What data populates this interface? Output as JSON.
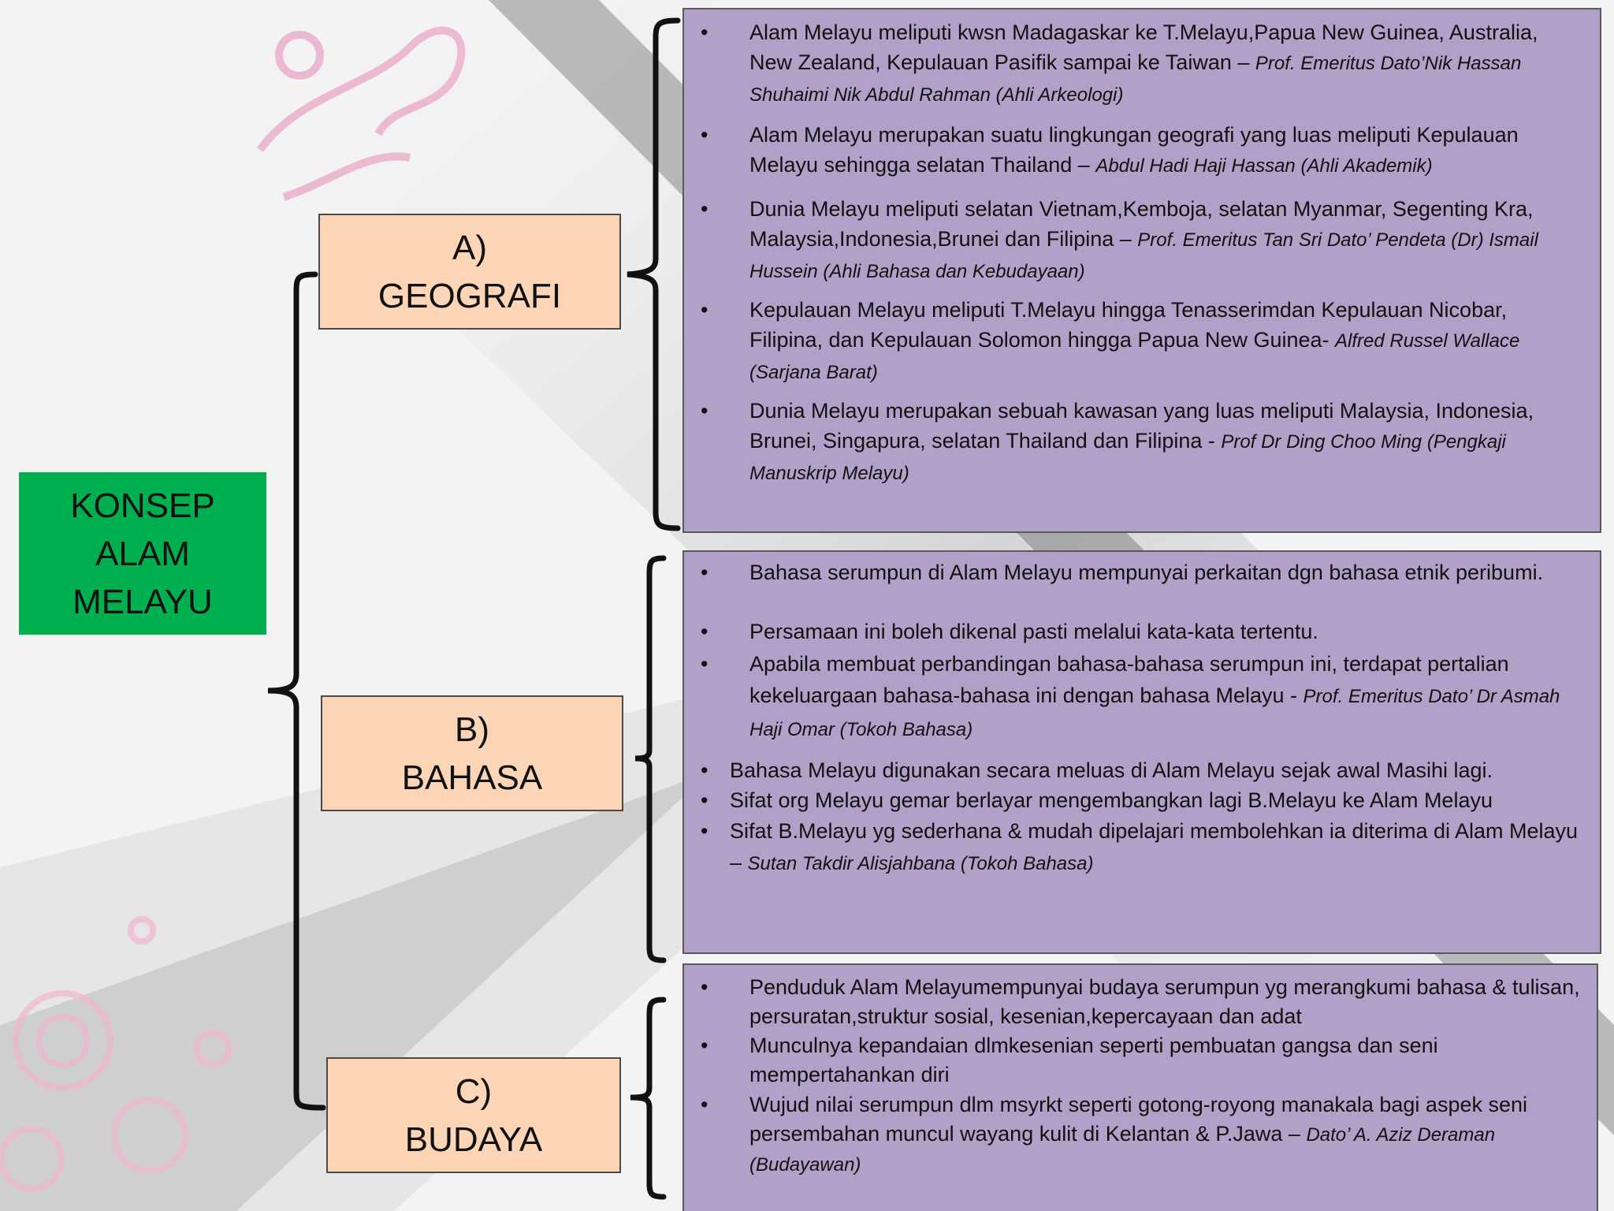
{
  "root": {
    "line1": "KONSEP",
    "line2": "ALAM",
    "line3": "MELAYU"
  },
  "categories": [
    {
      "letter": "A)",
      "name": "GEOGRAFI"
    },
    {
      "letter": "B)",
      "name": "BAHASA"
    },
    {
      "letter": "C)",
      "name": "BUDAYA"
    }
  ],
  "bullet": "•",
  "geografi": [
    {
      "text": "Alam Melayu  meliputi kwsn Madagaskar ke T.Melayu,Papua New Guinea, Australia, New Zealand, Kepulauan Pasifik sampai ke Taiwan – ",
      "cite": "Prof. Emeritus Dato’Nik Hassan Shuhaimi Nik Abdul Rahman  (Ahli Arkeologi)"
    },
    {
      "text": "Alam Melayu merupakan suatu lingkungan geografi yang luas meliputi Kepulauan Melayu  sehingga  selatan Thailand – ",
      "cite": "Abdul Hadi Haji Hassan (Ahli Akademik)"
    },
    {
      "text": "Dunia Melayu meliputi selatan Vietnam,Kemboja, selatan Myanmar, Segenting Kra, Malaysia,Indonesia,Brunei dan Filipina – ",
      "cite": "Prof. Emeritus Tan Sri Dato’ Pendeta (Dr)  Ismail Hussein (Ahli Bahasa dan  Kebudayaan)"
    },
    {
      "text": "Kepulauan Melayu  meliputi T.Melayu hingga Tenasserimdan Kepulauan  Nicobar, Filipina, dan Kepulauan Solomon hingga Papua New Guinea- ",
      "cite": "Alfred Russel Wallace (Sarjana  Barat)"
    },
    {
      "text": "Dunia Melayu merupakan sebuah kawasan yang luas meliputi Malaysia, Indonesia, Brunei, Singapura, selatan Thailand dan Filipina -  ",
      "cite": "Prof Dr Ding Choo Ming  (Pengkaji Manuskrip Melayu)"
    }
  ],
  "bahasa": [
    {
      "text": "Bahasa serumpun di Alam Melayu mempunyai perkaitan dgn bahasa etnik peribumi.",
      "cite": ""
    },
    {
      "text": "Persamaan ini boleh dikenal pasti melalui kata-kata tertentu.",
      "cite": ""
    },
    {
      "text": "Apabila membuat perbandingan bahasa-bahasa  serumpun ini, terdapat pertalian kekeluargaan bahasa-bahasa ini dengan bahasa Melayu - ",
      "cite": "Prof. Emeritus Dato’ Dr Asmah Haji Omar (Tokoh Bahasa)"
    },
    {
      "text": "Bahasa Melayu digunakan secara meluas  di Alam Melayu sejak awal Masihi lagi.",
      "cite": ""
    },
    {
      "text": "Sifat org Melayu gemar berlayar mengembangkan lagi B.Melayu ke Alam Melayu",
      "cite": ""
    },
    {
      "text": " Sifat B.Melayu yg sederhana & mudah dipelajari membolehkan ia diterima di Alam Melayu – ",
      "cite": "Sutan Takdir Alisjahbana (Tokoh Bahasa)"
    }
  ],
  "budaya": [
    {
      "text": "Penduduk Alam Melayumempunyai budaya serumpun yg merangkumi bahasa & tulisan, persuratan,struktur sosial, kesenian,kepercayaan dan adat",
      "cite": ""
    },
    {
      "text": "Munculnya kepandaian dlmkesenian seperti pembuatan gangsa dan seni mempertahankan diri",
      "cite": ""
    },
    {
      "text": "Wujud nilai serumpun dlm msyrkt  seperti gotong-royong manakala bagi aspek seni persembahan muncul wayang kulit di Kelantan & P.Jawa – ",
      "cite": "Dato’ A. Aziz Deraman (Budayawan)"
    }
  ]
}
